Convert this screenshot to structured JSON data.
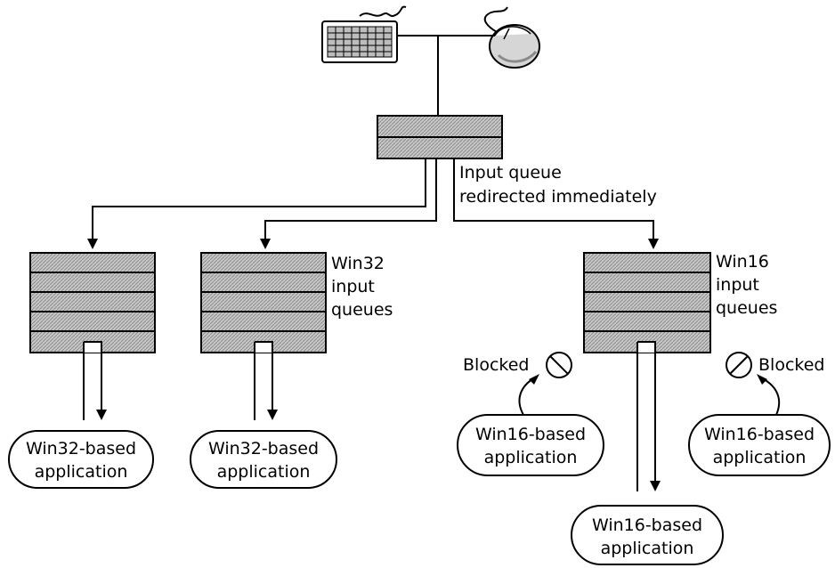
{
  "labels": {
    "input_queue_line1": "Input queue",
    "input_queue_line2": "redirected immediately",
    "win32_queues": [
      "Win32",
      "input",
      "queues"
    ],
    "win16_queues": [
      "Win16",
      "input",
      "queues"
    ],
    "blocked": "Blocked",
    "win32_app": [
      "Win32-based",
      "application"
    ],
    "win16_app": [
      "Win16-based",
      "application"
    ]
  },
  "icons": {
    "keyboard": "keyboard-icon",
    "mouse": "mouse-icon",
    "blocked": "no-entry-icon"
  }
}
